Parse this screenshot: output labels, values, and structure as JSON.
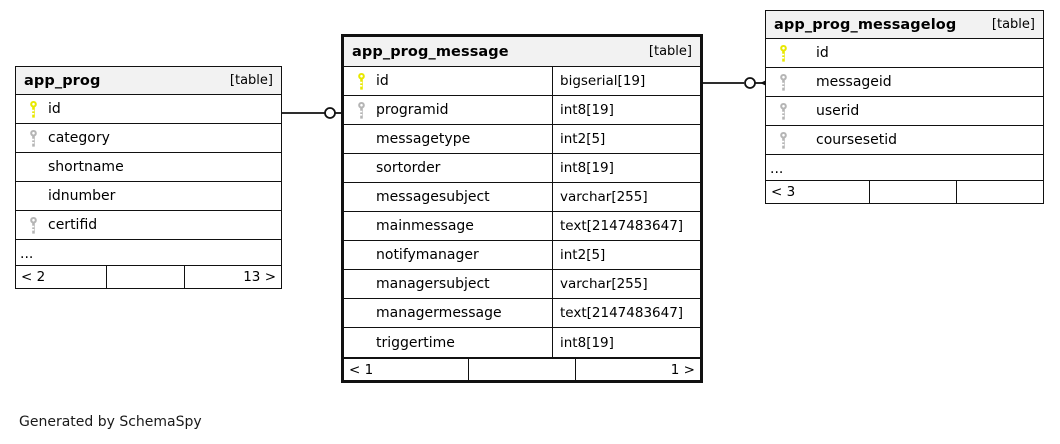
{
  "diagram": {
    "caption": "Generated by SchemaSpy",
    "table_tag": "[table]",
    "ellipsis": "...",
    "colors": {
      "primary_key": "#e8e800",
      "foreign_key": "#b5b5b5",
      "border": "#111111",
      "header_bg": "#f2f2f2",
      "background": "#ffffff"
    }
  },
  "tables": [
    {
      "id": "app_prog",
      "name": "app_prog",
      "tag": "[table]",
      "focal": false,
      "show_types": false,
      "columns": [
        {
          "name": "id",
          "key": "primary",
          "type": ""
        },
        {
          "name": "category",
          "key": "foreign",
          "type": ""
        },
        {
          "name": "shortname",
          "key": "none",
          "type": ""
        },
        {
          "name": "idnumber",
          "key": "none",
          "type": ""
        },
        {
          "name": "certifid",
          "key": "foreign",
          "type": ""
        }
      ],
      "has_ellipsis": true,
      "footer": {
        "left": "< 2",
        "middle": "",
        "right": "13 >"
      }
    },
    {
      "id": "app_prog_message",
      "name": "app_prog_message",
      "tag": "[table]",
      "focal": true,
      "show_types": true,
      "columns": [
        {
          "name": "id",
          "key": "primary",
          "type": "bigserial[19]"
        },
        {
          "name": "programid",
          "key": "foreign",
          "type": "int8[19]"
        },
        {
          "name": "messagetype",
          "key": "none",
          "type": "int2[5]"
        },
        {
          "name": "sortorder",
          "key": "none",
          "type": "int8[19]"
        },
        {
          "name": "messagesubject",
          "key": "none",
          "type": "varchar[255]"
        },
        {
          "name": "mainmessage",
          "key": "none",
          "type": "text[2147483647]"
        },
        {
          "name": "notifymanager",
          "key": "none",
          "type": "int2[5]"
        },
        {
          "name": "managersubject",
          "key": "none",
          "type": "varchar[255]"
        },
        {
          "name": "managermessage",
          "key": "none",
          "type": "text[2147483647]"
        },
        {
          "name": "triggertime",
          "key": "none",
          "type": "int8[19]"
        }
      ],
      "has_ellipsis": false,
      "footer": {
        "left": "< 1",
        "middle": "",
        "right": "1 >"
      }
    },
    {
      "id": "app_prog_messagelog",
      "name": "app_prog_messagelog",
      "tag": "[table]",
      "focal": false,
      "show_types": false,
      "columns": [
        {
          "name": "id",
          "key": "primary",
          "type": ""
        },
        {
          "name": "messageid",
          "key": "foreign",
          "type": ""
        },
        {
          "name": "userid",
          "key": "foreign",
          "type": ""
        },
        {
          "name": "coursesetid",
          "key": "foreign",
          "type": ""
        }
      ],
      "has_ellipsis": true,
      "footer": {
        "left": "< 3",
        "middle": "",
        "right": ""
      }
    }
  ],
  "relationships": [
    {
      "from_table": "app_prog",
      "from_column": "id",
      "to_table": "app_prog_message",
      "to_column": "programid"
    },
    {
      "from_table": "app_prog_message",
      "from_column": "id",
      "to_table": "app_prog_messagelog",
      "to_column": "messageid"
    }
  ]
}
